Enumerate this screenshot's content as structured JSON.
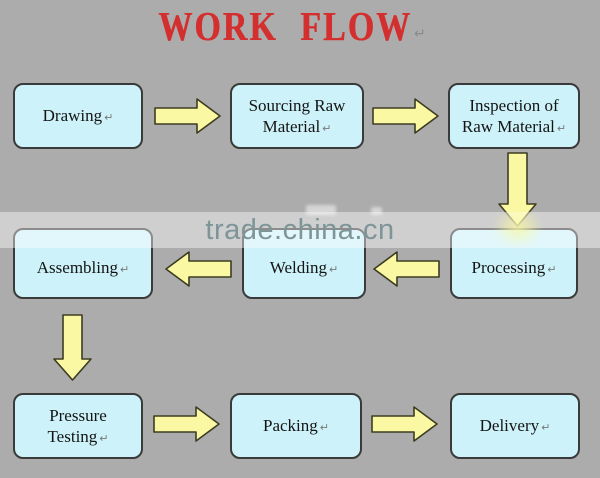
{
  "title": {
    "text": "WORK FLOW"
  },
  "marks": {
    "return_mark": "↵"
  },
  "watermark": {
    "text": "trade.china.cn"
  },
  "colors": {
    "background": "#ACACAC",
    "box-fill": "#CDF2F9",
    "box-border": "#3A3A3A",
    "box-text": "#141414",
    "arrow-fill": "#FAF8A2",
    "arrow-stroke": "#3C3C22",
    "title-red": "#D42F2F",
    "watermark-text": "#7E9598",
    "watermark-band": "rgba(255,255,255,0.42)"
  },
  "boxes": {
    "drawing": {
      "label": "Drawing"
    },
    "sourcing": {
      "label": [
        "Sourcing Raw",
        "Material"
      ]
    },
    "inspection": {
      "label": [
        "Inspection of",
        "Raw Material"
      ]
    },
    "assembling": {
      "label": "Assembling"
    },
    "welding": {
      "label": "Welding"
    },
    "processing": {
      "label": "Processing"
    },
    "pressure": {
      "label": [
        "Pressure",
        "Testing"
      ]
    },
    "packing": {
      "label": "Packing"
    },
    "delivery": {
      "label": "Delivery"
    }
  }
}
